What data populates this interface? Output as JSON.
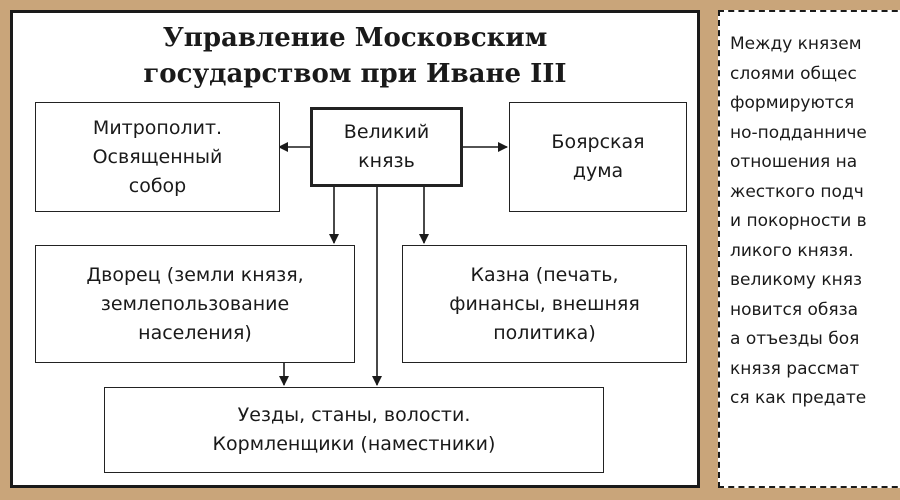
{
  "diagram": {
    "title_lines": [
      "Управление Московским",
      "государством при Иване III"
    ],
    "boxes": {
      "grand_prince": [
        "Великий",
        "князь"
      ],
      "metropolitan": [
        "Митрополит.",
        "Освященный",
        "собор"
      ],
      "boyar_duma": [
        "Боярская",
        "дума"
      ],
      "palace": [
        "Дворец (земли князя,",
        "землепользование",
        "населения)"
      ],
      "treasury": [
        "Казна (печать,",
        "финансы, внешняя",
        "политика)"
      ],
      "districts": [
        "Уезды, станы, волости.",
        "Кормленщики (наместники)"
      ]
    }
  },
  "side_text": {
    "lines": [
      "Между князем",
      "слоями общес",
      "формируются",
      "но-подданниче",
      "отношения на",
      "жесткого подч",
      "и покорности в",
      "ликого князя.",
      "великому княз",
      "новится обяза",
      "а отъезды боя",
      "князя рассмат",
      "ся как предате"
    ]
  },
  "colors": {
    "background": "#c9a57a",
    "panel": "#ffffff",
    "border": "#1a1a1a"
  }
}
